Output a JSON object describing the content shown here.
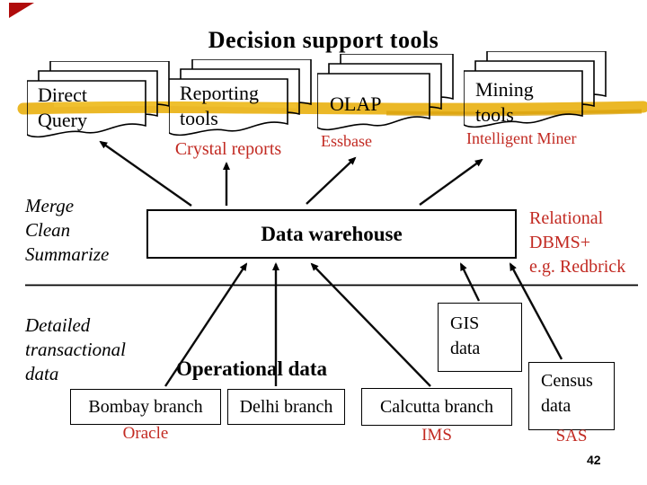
{
  "slide": {
    "title": "Decision support tools",
    "page_number": "42"
  },
  "tools": {
    "stacks": [
      {
        "line1": "Direct",
        "line2": "Query"
      },
      {
        "line1": "Reporting",
        "line2": "tools"
      },
      {
        "line1": "OLAP",
        "line2": ""
      },
      {
        "line1": "Mining",
        "line2": "tools"
      }
    ],
    "products": [
      "Crystal reports",
      "Essbase",
      "Intelligent Miner"
    ]
  },
  "middle": {
    "left_note": [
      "Merge",
      "Clean",
      "Summarize"
    ],
    "warehouse_label": "Data warehouse",
    "right_note": [
      "Relational",
      "DBMS+",
      "e.g. Redbrick"
    ]
  },
  "bottom": {
    "left_note": [
      "Detailed",
      "transactional",
      "data"
    ],
    "operational_label": "Operational data",
    "source_boxes": [
      "Bombay branch",
      "Delhi branch",
      "Calcutta branch",
      "GIS data",
      "Census data"
    ],
    "products": [
      "Oracle",
      "IMS",
      "SAS"
    ]
  },
  "colors": {
    "accent_red": "#c22a22",
    "highlight_yellow": "#e9b215",
    "text_black": "#000000"
  }
}
